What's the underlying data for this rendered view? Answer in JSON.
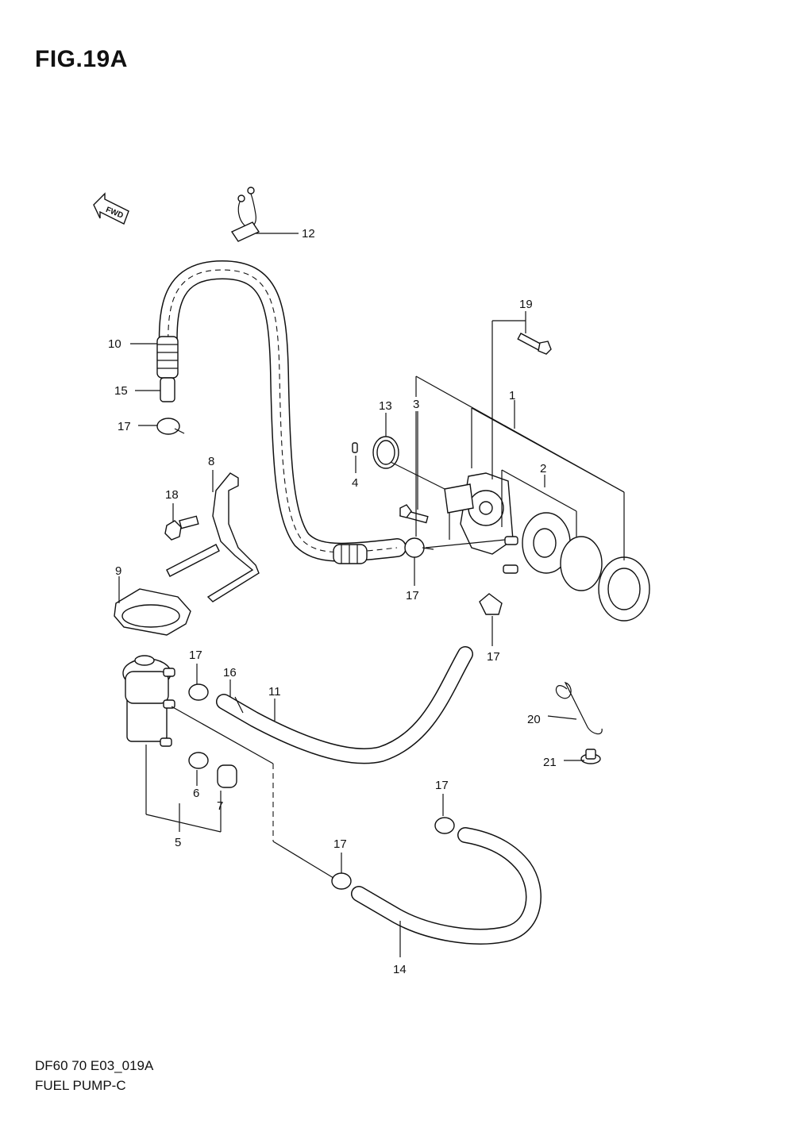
{
  "title": "FIG.19A",
  "footer": {
    "code": "DF60 70 E03_019A",
    "name": "FUEL PUMP-C"
  },
  "fwd_label": "FWD",
  "callouts": [
    "1",
    "2",
    "3",
    "4",
    "5",
    "6",
    "7",
    "8",
    "9",
    "10",
    "11",
    "12",
    "13",
    "14",
    "15",
    "16",
    "17",
    "18",
    "19",
    "20",
    "21"
  ]
}
